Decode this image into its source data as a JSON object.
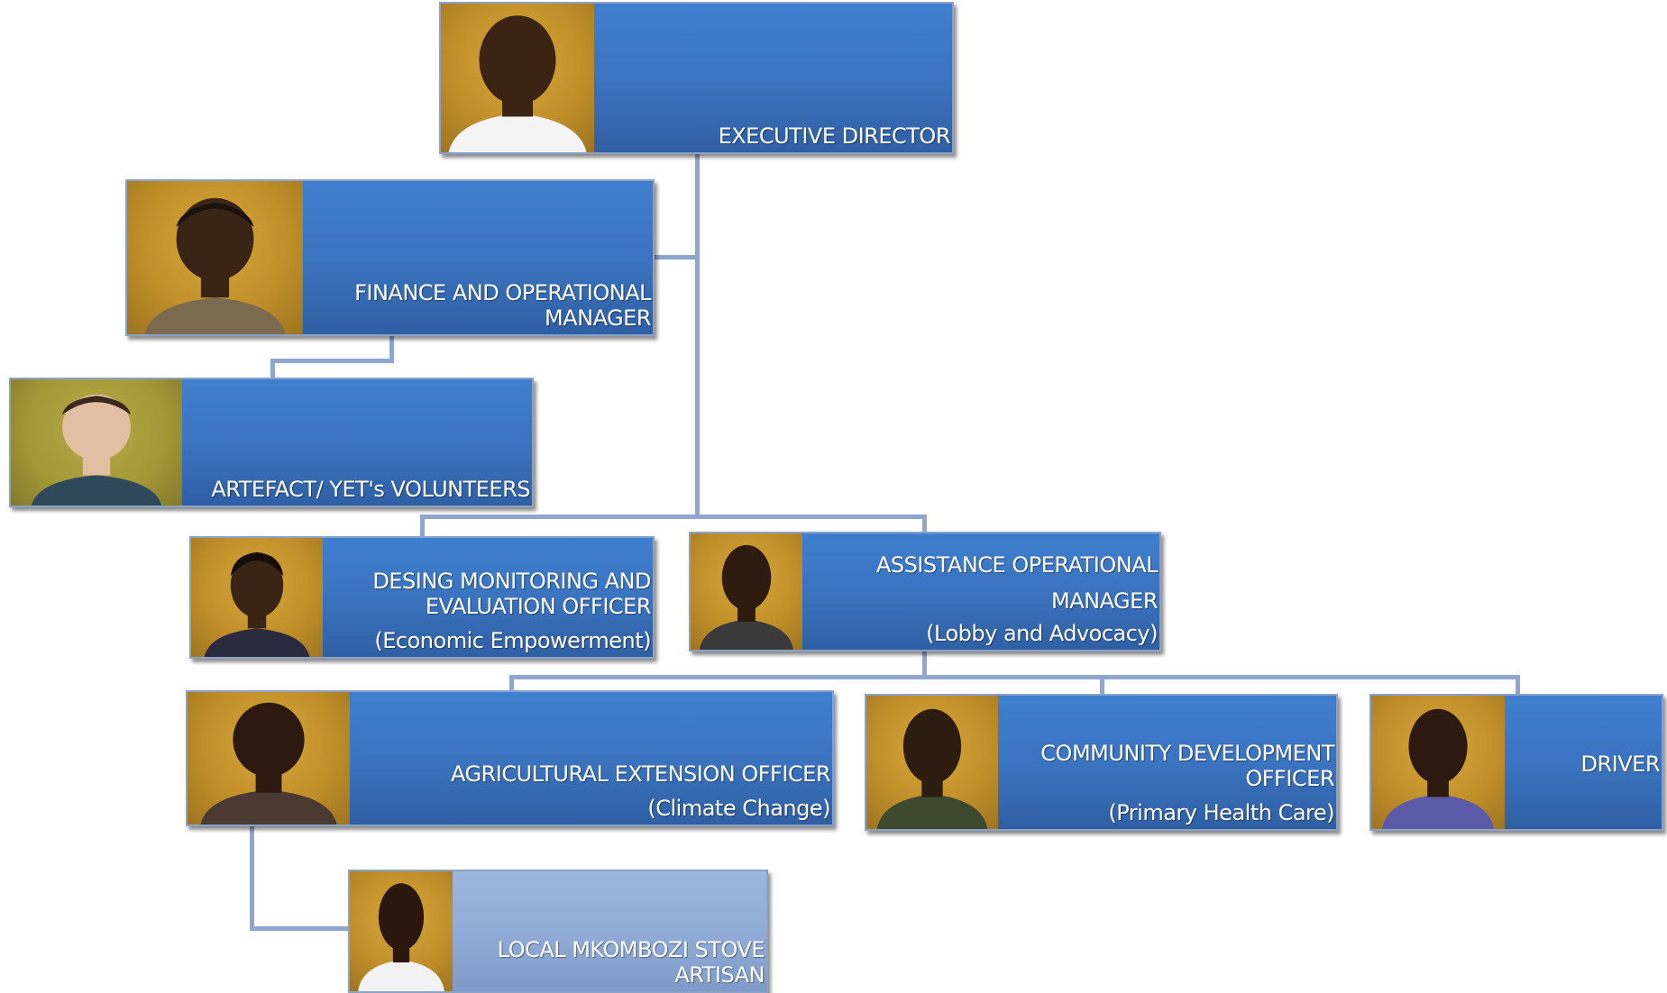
{
  "org_chart": {
    "executive_director": {
      "title": "EXECUTIVE DIRECTOR"
    },
    "finance_manager": {
      "title_line1": "FINANCE AND OPERATIONAL",
      "title_line2": "MANAGER"
    },
    "volunteers": {
      "title": "ARTEFACT/ YET's VOLUNTEERS"
    },
    "me_officer": {
      "title_line1": "DESING MONITORING AND",
      "title_line2": "EVALUATION OFFICER",
      "subtitle": "(Economic Empowerment)"
    },
    "assistance_manager": {
      "title_line1": "ASSISTANCE OPERATIONAL",
      "title_line2": "MANAGER",
      "subtitle": "(Lobby and Advocacy)"
    },
    "agri_officer": {
      "title": "AGRICULTURAL EXTENSION OFFICER",
      "subtitle": "(Climate Change)"
    },
    "community_officer": {
      "title_line1": "COMMUNITY DEVELOPMENT",
      "title_line2": "OFFICER",
      "subtitle": "(Primary Health Care)"
    },
    "driver": {
      "title": "DRIVER"
    },
    "stove_artisan": {
      "title_line1": "LOCAL MKOMBOZI STOVE",
      "title_line2": "ARTISAN"
    }
  },
  "colors": {
    "box_blue": "#3a72bd",
    "box_light": "#8ea9d4",
    "connector": "#8ea6cf",
    "photo_background": "#c2902a"
  }
}
